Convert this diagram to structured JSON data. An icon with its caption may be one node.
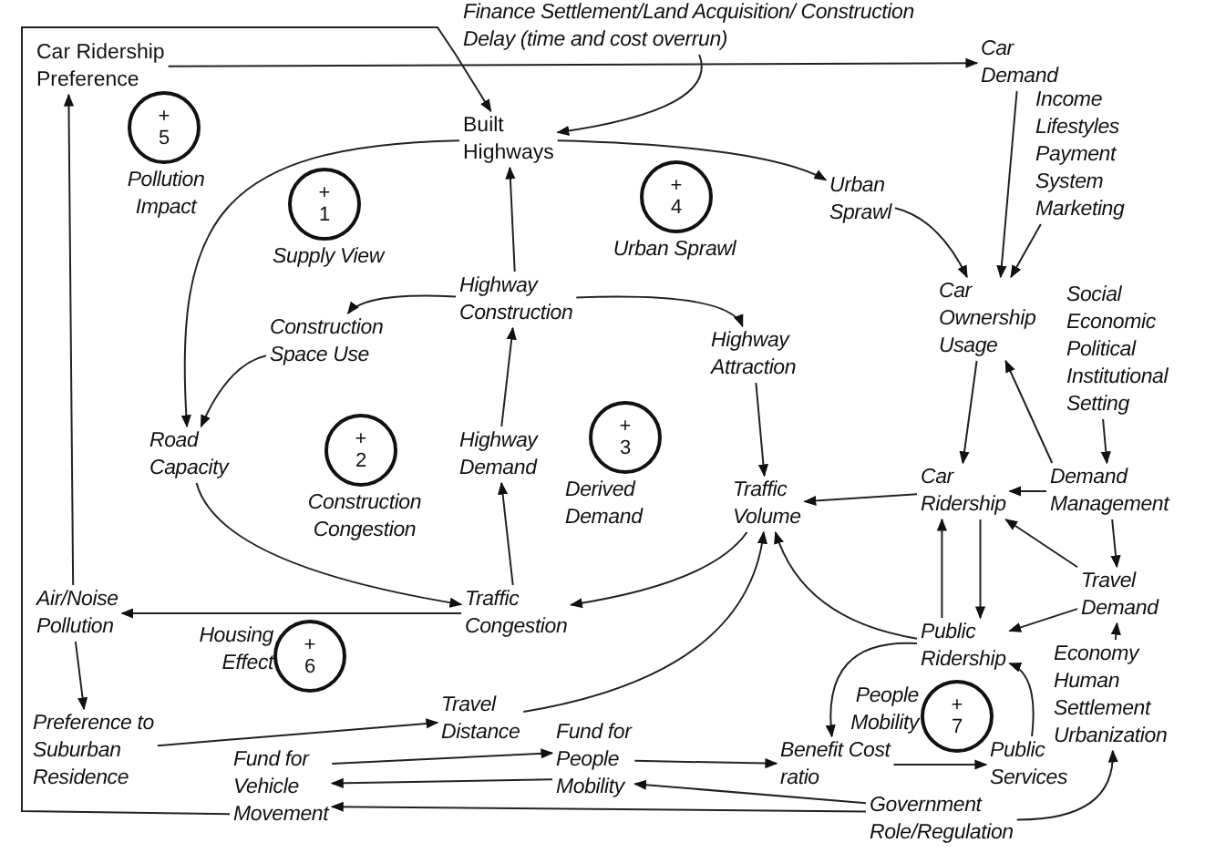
{
  "diagram": {
    "nodes": [
      {
        "text": [
          "Car Ridership Preference"
        ]
      },
      {
        "text": [
          "Finance Settlement/Land Acquisition/ Construction Delay (time and cost overrun)"
        ]
      },
      {
        "text": [
          "Car Demand"
        ]
      },
      {
        "text": [
          "Built Highways"
        ]
      },
      {
        "text": [
          "Urban Sprawl"
        ]
      },
      {
        "text": [
          "Income Lifestyles Payment System Marketing"
        ]
      },
      {
        "text": [
          "Car Ownership Usage"
        ]
      },
      {
        "text": [
          "Highway Construction"
        ]
      },
      {
        "text": [
          "Construction Space Use"
        ]
      },
      {
        "text": [
          "Highway Attraction"
        ]
      },
      {
        "text": [
          "Social Economic Political Institutional Setting"
        ]
      },
      {
        "text": [
          "Road Capacity"
        ]
      },
      {
        "text": [
          "Highway Demand"
        ]
      },
      {
        "text": [
          "Traffic Volume"
        ]
      },
      {
        "text": [
          "Car Ridership"
        ]
      },
      {
        "text": [
          "Demand Management"
        ]
      },
      {
        "text": [
          "Travel Demand"
        ]
      },
      {
        "text": [
          "Air/Noise Pollution"
        ]
      },
      {
        "text": [
          "Traffic Congestion"
        ]
      },
      {
        "text": [
          "Public Ridership"
        ]
      },
      {
        "text": [
          "Economy Human Settlement Urbanization"
        ]
      },
      {
        "text": [
          "Preference to Suburban Residence"
        ]
      },
      {
        "text": [
          "Travel Distance"
        ]
      },
      {
        "text": [
          "Fund for People Mobility"
        ]
      },
      {
        "text": [
          "Fund for Vehicle Movement"
        ]
      },
      {
        "text": [
          "Benefit Cost ratio"
        ]
      },
      {
        "text": [
          "Public Services"
        ]
      },
      {
        "text": [
          "Government Role/Regulation"
        ]
      },
      {
        "text": [
          "+",
          "1"
        ],
        "beside": [
          "Supply View"
        ]
      },
      {
        "text": [
          "+",
          "2"
        ],
        "beside": [
          "Construction Congestion"
        ]
      },
      {
        "text": [
          "+",
          "3"
        ],
        "beside": [
          "Derived Demand"
        ]
      },
      {
        "text": [
          "+",
          "4"
        ],
        "beside": [
          "Urban Sprawl"
        ]
      },
      {
        "text": [
          "+",
          "5"
        ],
        "beside": [
          "Pollution Impact"
        ]
      },
      {
        "text": [
          "+",
          "6"
        ],
        "beside": [
          "Housing Effect"
        ]
      },
      {
        "text": [
          "+",
          "7"
        ],
        "beside": [
          "People Mobility"
        ]
      }
    ],
    "edges": [
      {
        "from": 0,
        "to": 2,
        "arrow": "to"
      },
      {
        "from": 1,
        "to": 3,
        "arrow": "to"
      },
      {
        "from": 3,
        "to": 4,
        "arrow": "to"
      },
      {
        "from": 3,
        "to": 11,
        "arrow": "to"
      },
      {
        "from": 7,
        "to": 3,
        "arrow": "to"
      },
      {
        "from": 7,
        "to": 8,
        "arrow": "to"
      },
      {
        "from": 7,
        "to": 9,
        "arrow": "to"
      },
      {
        "from": 8,
        "to": 11,
        "arrow": "to"
      },
      {
        "from": 12,
        "to": 7,
        "arrow": "to"
      },
      {
        "from": 9,
        "to": 13,
        "arrow": "to"
      },
      {
        "from": 18,
        "to": 12,
        "arrow": "to"
      },
      {
        "from": 11,
        "to": 18,
        "arrow": "to"
      },
      {
        "from": 18,
        "to": 17,
        "arrow": "to"
      },
      {
        "from": 13,
        "to": 18,
        "arrow": "to"
      },
      {
        "from": 17,
        "to": 0,
        "arrow": "to"
      },
      {
        "from": 17,
        "to": 21,
        "arrow": "to"
      },
      {
        "from": 21,
        "to": 22,
        "arrow": "to"
      },
      {
        "from": 22,
        "to": 13,
        "arrow": "to"
      },
      {
        "from": 24,
        "to": 23,
        "arrow": "to"
      },
      {
        "from": 23,
        "to": 24,
        "arrow": "to"
      },
      {
        "from": 27,
        "to": 24,
        "arrow": "to"
      },
      {
        "from": 27,
        "to": 23,
        "arrow": "to"
      },
      {
        "from": 23,
        "to": 25,
        "arrow": "to"
      },
      {
        "from": 25,
        "to": 26,
        "arrow": "to"
      },
      {
        "from": 26,
        "to": 19,
        "arrow": "to"
      },
      {
        "from": 19,
        "to": 25,
        "arrow": "to"
      },
      {
        "from": 19,
        "to": 13,
        "arrow": "to"
      },
      {
        "from": 19,
        "to": 14,
        "arrow": "to"
      },
      {
        "from": 14,
        "to": 19,
        "arrow": "to"
      },
      {
        "from": 14,
        "to": 13,
        "arrow": "to"
      },
      {
        "from": 27,
        "to": 20,
        "arrow": "to"
      },
      {
        "from": 20,
        "to": 16,
        "arrow": "to"
      },
      {
        "from": 16,
        "to": 19,
        "arrow": "to"
      },
      {
        "from": 16,
        "to": 14,
        "arrow": "to"
      },
      {
        "from": 15,
        "to": 16,
        "arrow": "to"
      },
      {
        "from": 15,
        "to": 14,
        "arrow": "to"
      },
      {
        "from": 10,
        "to": 15,
        "arrow": "to"
      },
      {
        "from": 15,
        "to": 6,
        "arrow": "to"
      },
      {
        "from": 6,
        "to": 14,
        "arrow": "to"
      },
      {
        "from": 2,
        "to": 6,
        "arrow": "to"
      },
      {
        "from": 4,
        "to": 6,
        "arrow": "to"
      },
      {
        "from": 5,
        "to": 6,
        "arrow": "to"
      },
      {
        "from": 24,
        "to": 3,
        "arrow": "to"
      }
    ]
  }
}
